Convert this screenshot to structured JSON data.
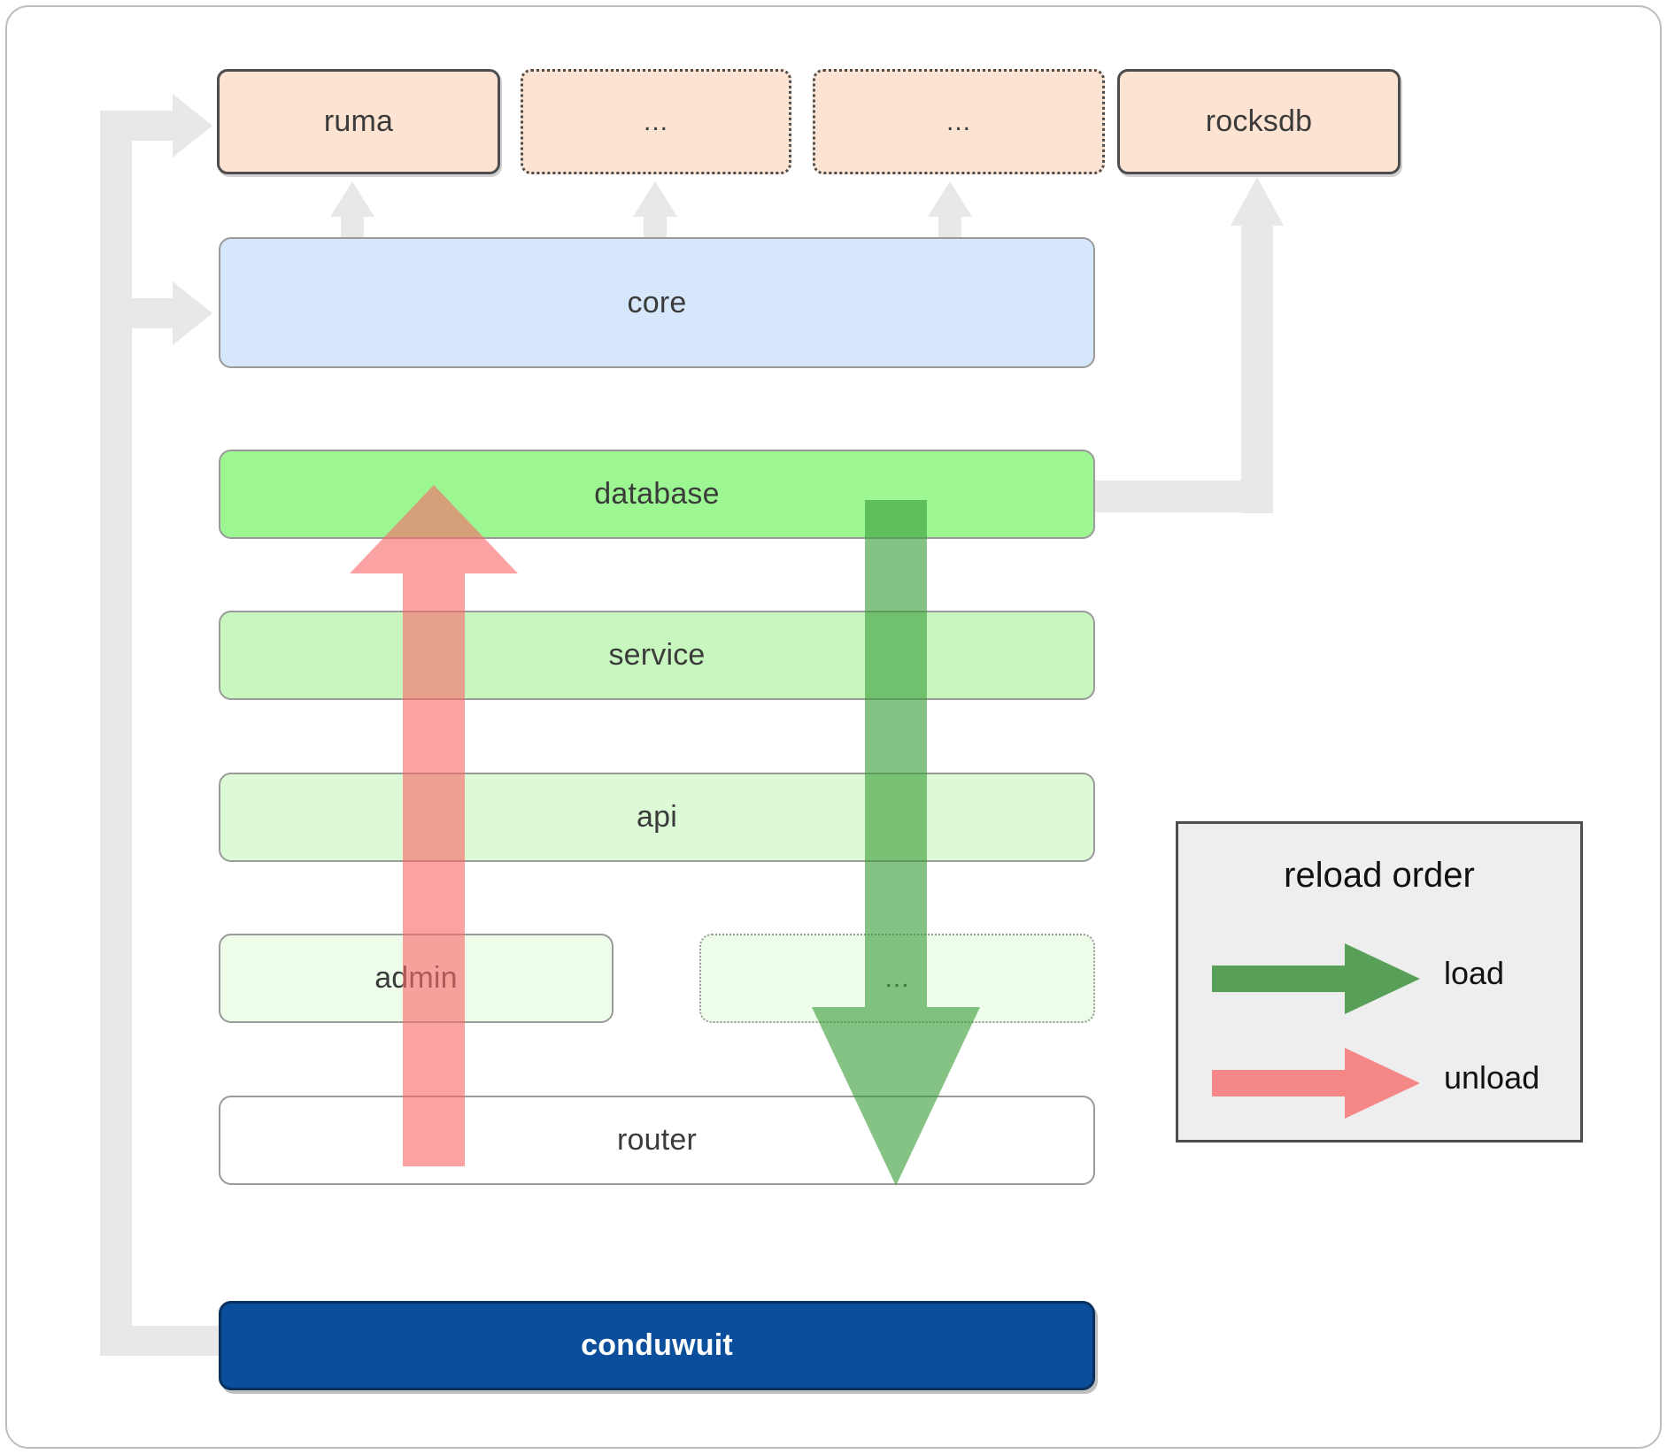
{
  "diagram": {
    "title": "conduwuit crate / reload order architecture",
    "colors": {
      "dependency_fill": "#fde3d2",
      "dependency_stroke": "#4d4d4d",
      "core_fill": "#d6e7fb",
      "database_fill": "#9cf792",
      "service_fill": "#c8f6bf",
      "api_fill": "#ddfad6",
      "admin_fill": "#edfde9",
      "etc_fill": "#eefcea",
      "router_fill": "#ffffff",
      "app_fill": "#0b4f9c",
      "link_gray": "#e8e8e8",
      "load_green": "#56ab54",
      "unload_red": "#f98080",
      "legend_bg": "#eeeeee"
    },
    "dependencies": [
      {
        "label": "ruma",
        "style": "solid"
      },
      {
        "label": "...",
        "style": "dotted"
      },
      {
        "label": "...",
        "style": "dotted"
      },
      {
        "label": "rocksdb",
        "style": "solid"
      }
    ],
    "layers": [
      {
        "label": "core",
        "style": "solid"
      },
      {
        "label": "database",
        "style": "solid"
      },
      {
        "label": "service",
        "style": "solid"
      },
      {
        "label": "api",
        "style": "solid"
      },
      {
        "label": "admin",
        "style": "solid"
      },
      {
        "label": "...",
        "style": "dotted"
      },
      {
        "label": "router",
        "style": "solid"
      }
    ],
    "application": {
      "label": "conduwuit"
    },
    "flow_arrows": [
      {
        "name": "load",
        "direction": "down",
        "from": "database",
        "to": "router",
        "color": "#56ab54"
      },
      {
        "name": "unload",
        "direction": "up",
        "from": "router",
        "to": "database",
        "color": "#f98080"
      }
    ],
    "legend": {
      "title": "reload order",
      "entries": [
        {
          "label": "load",
          "color": "#56ab54"
        },
        {
          "label": "unload",
          "color": "#f98080"
        }
      ]
    }
  }
}
